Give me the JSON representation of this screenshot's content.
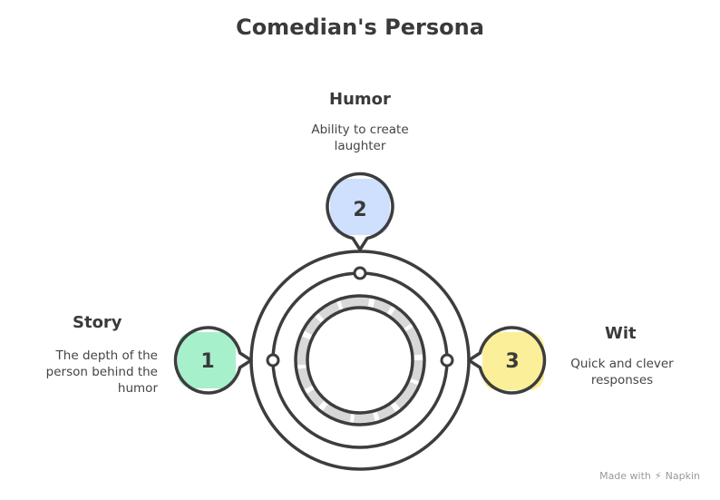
{
  "title": "Comedian's Persona",
  "items": [
    {
      "number": "1",
      "heading": "Story",
      "description": [
        "The depth of the",
        "person behind the",
        "humor"
      ],
      "color": "#a7f0cc"
    },
    {
      "number": "2",
      "heading": "Humor",
      "description": [
        "Ability to create",
        "laughter"
      ],
      "color": "#cfe0ff"
    },
    {
      "number": "3",
      "heading": "Wit",
      "description": [
        "Quick and clever",
        "responses"
      ],
      "color": "#fbef9a"
    }
  ],
  "colors": {
    "stroke": "#3d3d3d",
    "inner_ring": "#d8d8d8"
  },
  "watermark": {
    "prefix": "Made with",
    "brand": "Napkin"
  }
}
